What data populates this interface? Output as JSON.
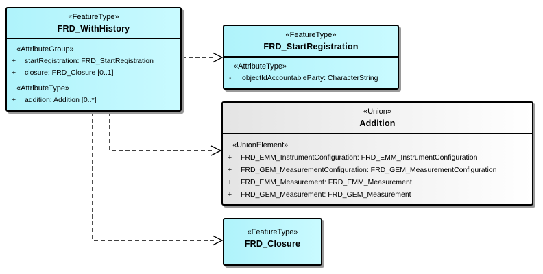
{
  "diagram_type": "uml-class-diagram",
  "colors": {
    "feature_type_fill": "#b4f5fc",
    "union_fill_gradient_left": "#e4e4e4",
    "union_fill_gradient_right": "#ffffff",
    "border": "#000000",
    "shadow": "#9a9a9a",
    "connector": "#000000",
    "text": "#000000"
  },
  "boxes": [
    {
      "stereotype": "«FeatureType»",
      "name": "FRD_WithHistory",
      "compartments": [
        {
          "heading": "«AttributeGroup»",
          "rows": [
            {
              "visibility": "+",
              "label": "startRegistration: FRD_StartRegistration"
            },
            {
              "visibility": "+",
              "label": "closure: FRD_Closure [0..1]"
            }
          ]
        },
        {
          "heading": "«AttributeType»",
          "rows": [
            {
              "visibility": "+",
              "label": "addition: Addition [0..*]"
            }
          ]
        }
      ]
    },
    {
      "stereotype": "«FeatureType»",
      "name": "FRD_StartRegistration",
      "compartments": [
        {
          "heading": "«AttributeType»",
          "rows": [
            {
              "visibility": "-",
              "label": "objectIdAccountableParty: CharacterString"
            }
          ]
        }
      ]
    },
    {
      "stereotype": "«Union»",
      "name": "Addition",
      "compartments": [
        {
          "heading": "«UnionElement»",
          "rows": [
            {
              "visibility": "+",
              "label": "FRD_EMM_InstrumentConfiguration: FRD_EMM_InstrumentConfiguration"
            },
            {
              "visibility": "+",
              "label": "FRD_GEM_MeasurementConfiguration: FRD_GEM_MeasurementConfiguration"
            },
            {
              "visibility": "+",
              "label": "FRD_EMM_Measurement: FRD_EMM_Measurement"
            },
            {
              "visibility": "+",
              "label": "FRD_GEM_Measurement: FRD_GEM_Measurement"
            }
          ]
        }
      ]
    },
    {
      "stereotype": "«FeatureType»",
      "name": "FRD_Closure",
      "compartments": []
    }
  ],
  "connectors": [
    {
      "from": "FRD_WithHistory",
      "to": "FRD_StartRegistration",
      "style": "dashed-dependency-open-arrow"
    },
    {
      "from": "FRD_WithHistory",
      "to": "Addition",
      "style": "dashed-dependency-open-arrow"
    },
    {
      "from": "FRD_WithHistory",
      "to": "FRD_Closure",
      "style": "dashed-dependency-open-arrow"
    }
  ]
}
